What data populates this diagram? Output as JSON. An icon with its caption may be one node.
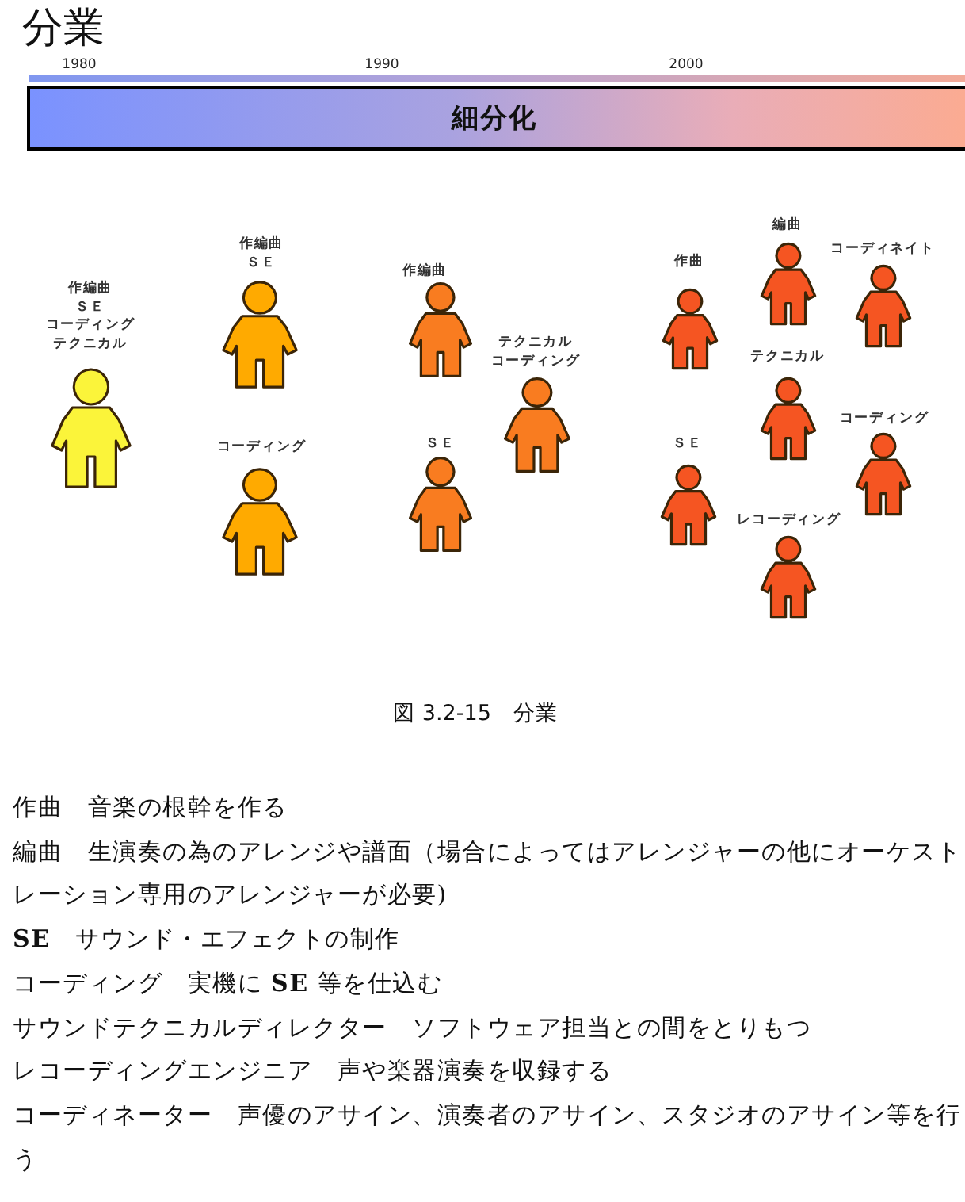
{
  "diagram": {
    "title": "分業",
    "caption": "図 3.2-15　分業",
    "nodes": [
      {
        "text": [
          "細分化"
        ]
      },
      {
        "text": [
          "作編曲",
          "ＳＥ",
          "コーディング",
          "テクニカル"
        ]
      },
      {
        "text": [
          "作編曲",
          "ＳＥ"
        ]
      },
      {
        "text": [
          "コーディング"
        ]
      },
      {
        "text": [
          "作編曲"
        ]
      },
      {
        "text": [
          "テクニカル",
          "コーディング"
        ]
      },
      {
        "text": [
          "ＳＥ"
        ]
      },
      {
        "text": [
          "作曲"
        ]
      },
      {
        "text": [
          "ＳＥ"
        ]
      },
      {
        "text": [
          "編曲"
        ]
      },
      {
        "text": [
          "テクニカル"
        ]
      },
      {
        "text": [
          "レコーディング"
        ]
      },
      {
        "text": [
          "コーディネイト"
        ]
      },
      {
        "text": [
          "コーディング"
        ]
      }
    ],
    "labels": [
      "1980",
      "1990",
      "2000",
      "作曲　音楽の根幹を作る",
      "編曲　生演奏の為のアレンジや譜面（場合によってはアレンジャーの他にオーケストレーション専用のアレンジャーが必要)",
      "**SE**　サウンド・エフェクトの制作",
      "コーディング　実機に **SE** 等を仕込む",
      "サウンドテクニカルディレクター　ソフトウェア担当との間をとりもつ",
      "レコーディングエンジニア　声や楽器演奏を収録する",
      "コーディネーター　声優のアサイン、演奏者のアサイン、スタジオのアサイン等を行う"
    ]
  }
}
